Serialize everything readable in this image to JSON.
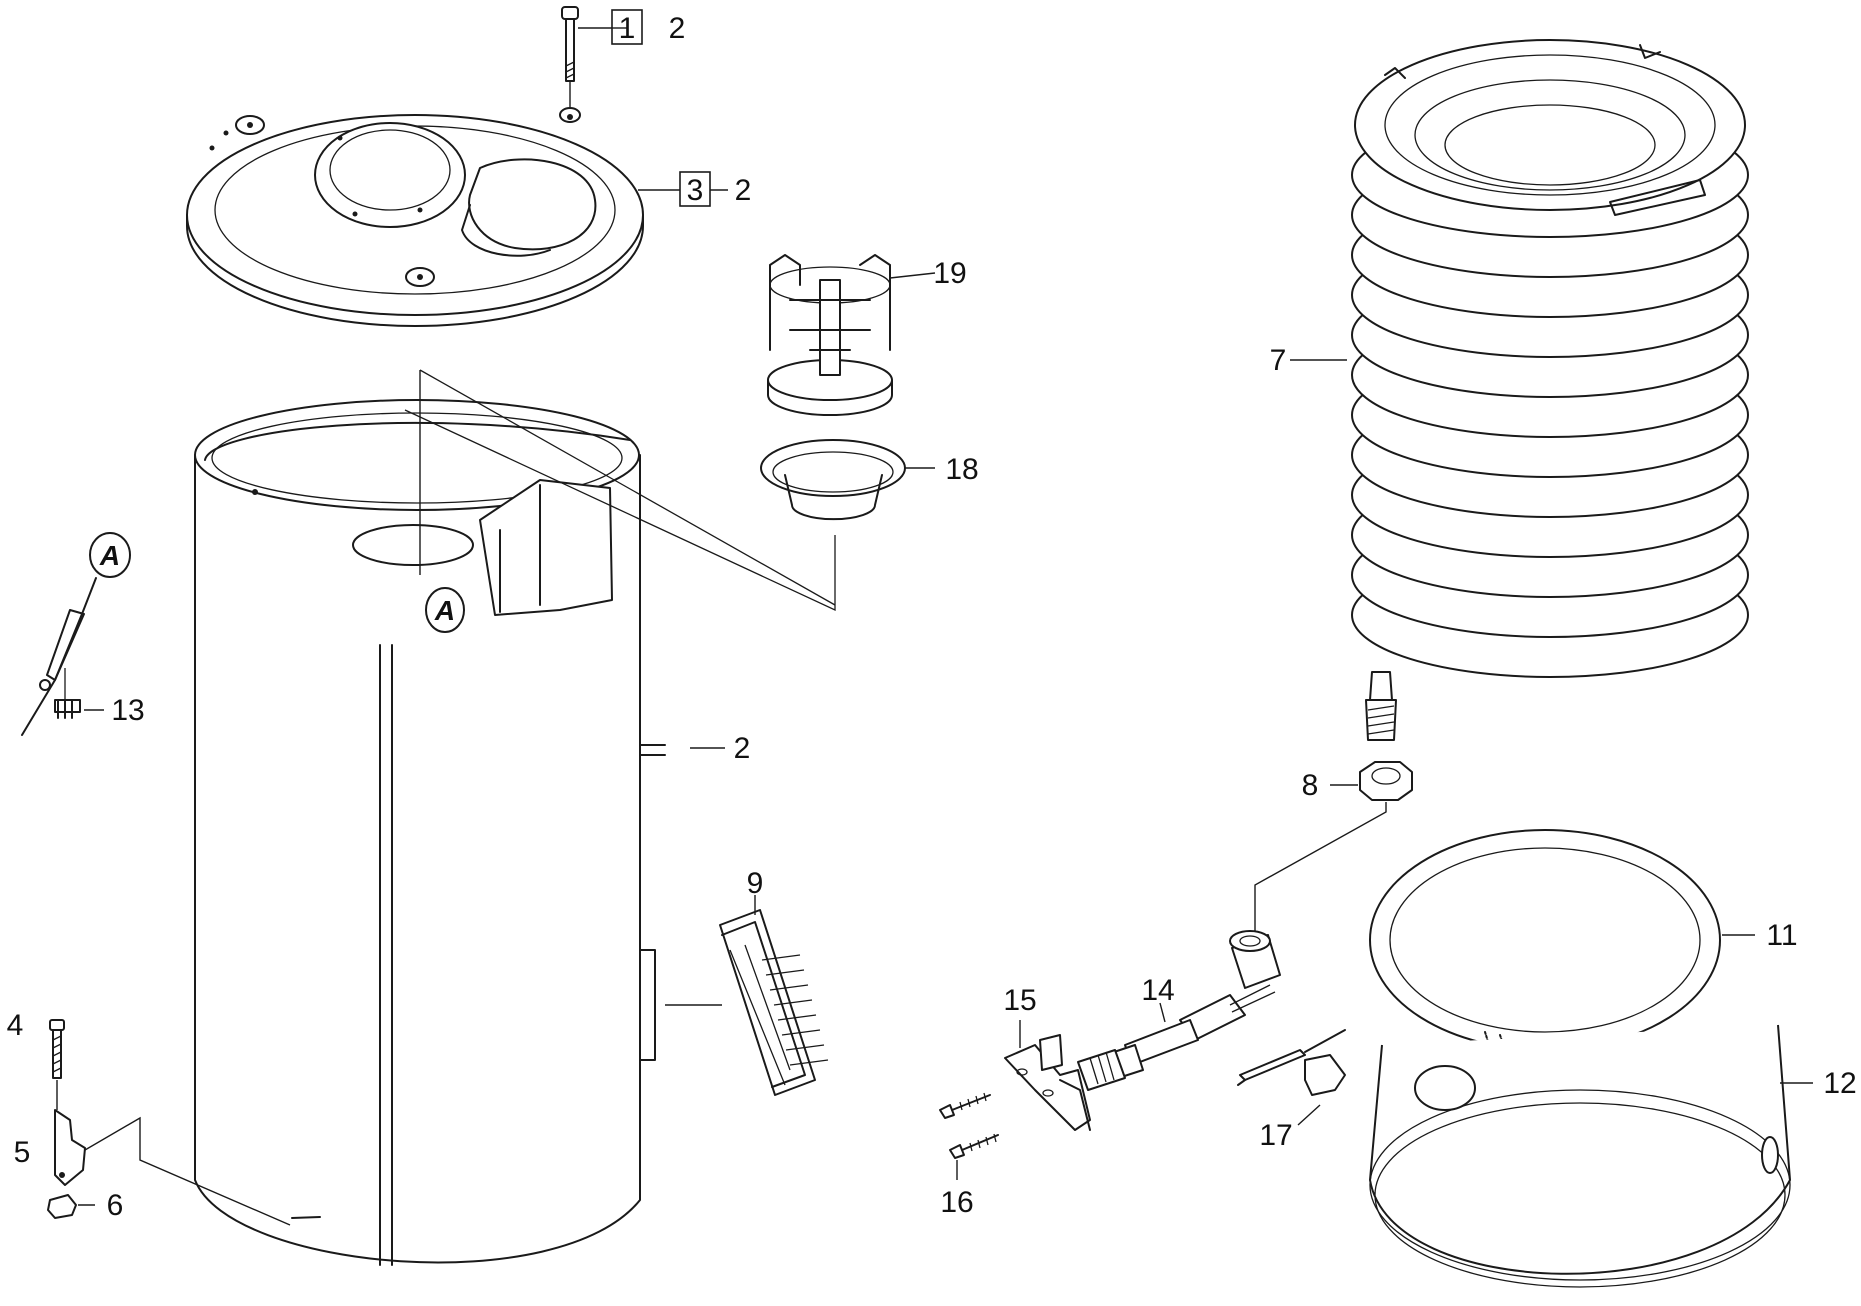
{
  "callouts": {
    "c1": "1",
    "c2a": "2",
    "c3": "3",
    "c2b": "2",
    "c19": "19",
    "c18": "18",
    "c7": "7",
    "c2c": "2",
    "c13": "13",
    "c8": "8",
    "c9": "9",
    "c11": "11",
    "c14": "14",
    "c15": "15",
    "c4": "4",
    "c12": "12",
    "c5": "5",
    "c6": "6",
    "c17": "17",
    "c16": "16"
  },
  "markers": {
    "detail_a_top": "A",
    "detail_a_left": "A"
  }
}
